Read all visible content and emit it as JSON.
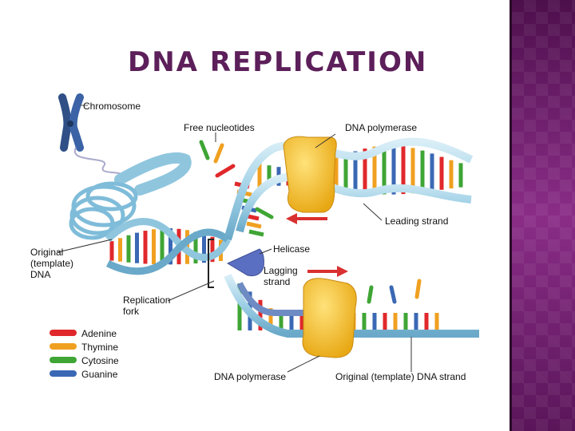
{
  "title": "DNA REPLICATION",
  "labels": {
    "chromosome": "Chromosome",
    "free_nucleotides": "Free nucleotides",
    "dna_polymerase_top": "DNA polymerase",
    "leading_strand": "Leading strand",
    "original_template_dna": [
      "Original",
      "(template)",
      "DNA"
    ],
    "helicase": "Helicase",
    "lagging_strand": [
      "Lagging",
      "strand"
    ],
    "replication_fork": [
      "Replication",
      "fork"
    ],
    "dna_polymerase_bottom": "DNA polymerase",
    "original_template_strand": "Original (template) DNA strand"
  },
  "legend": [
    {
      "name": "Adenine",
      "color": "#e0282b"
    },
    {
      "name": "Thymine",
      "color": "#f0a020"
    },
    {
      "name": "Cytosine",
      "color": "#3fa535"
    },
    {
      "name": "Guanine",
      "color": "#3a68b4"
    }
  ],
  "colors": {
    "backbone": "#a9d7ea",
    "backbone_edge": "#6ba8c8",
    "polymerase": "#f5c233",
    "helicase": "#5b6fc2",
    "arrow": "#d93030",
    "title": "#5c1f5a",
    "side_panel": "#6e1f6c"
  }
}
